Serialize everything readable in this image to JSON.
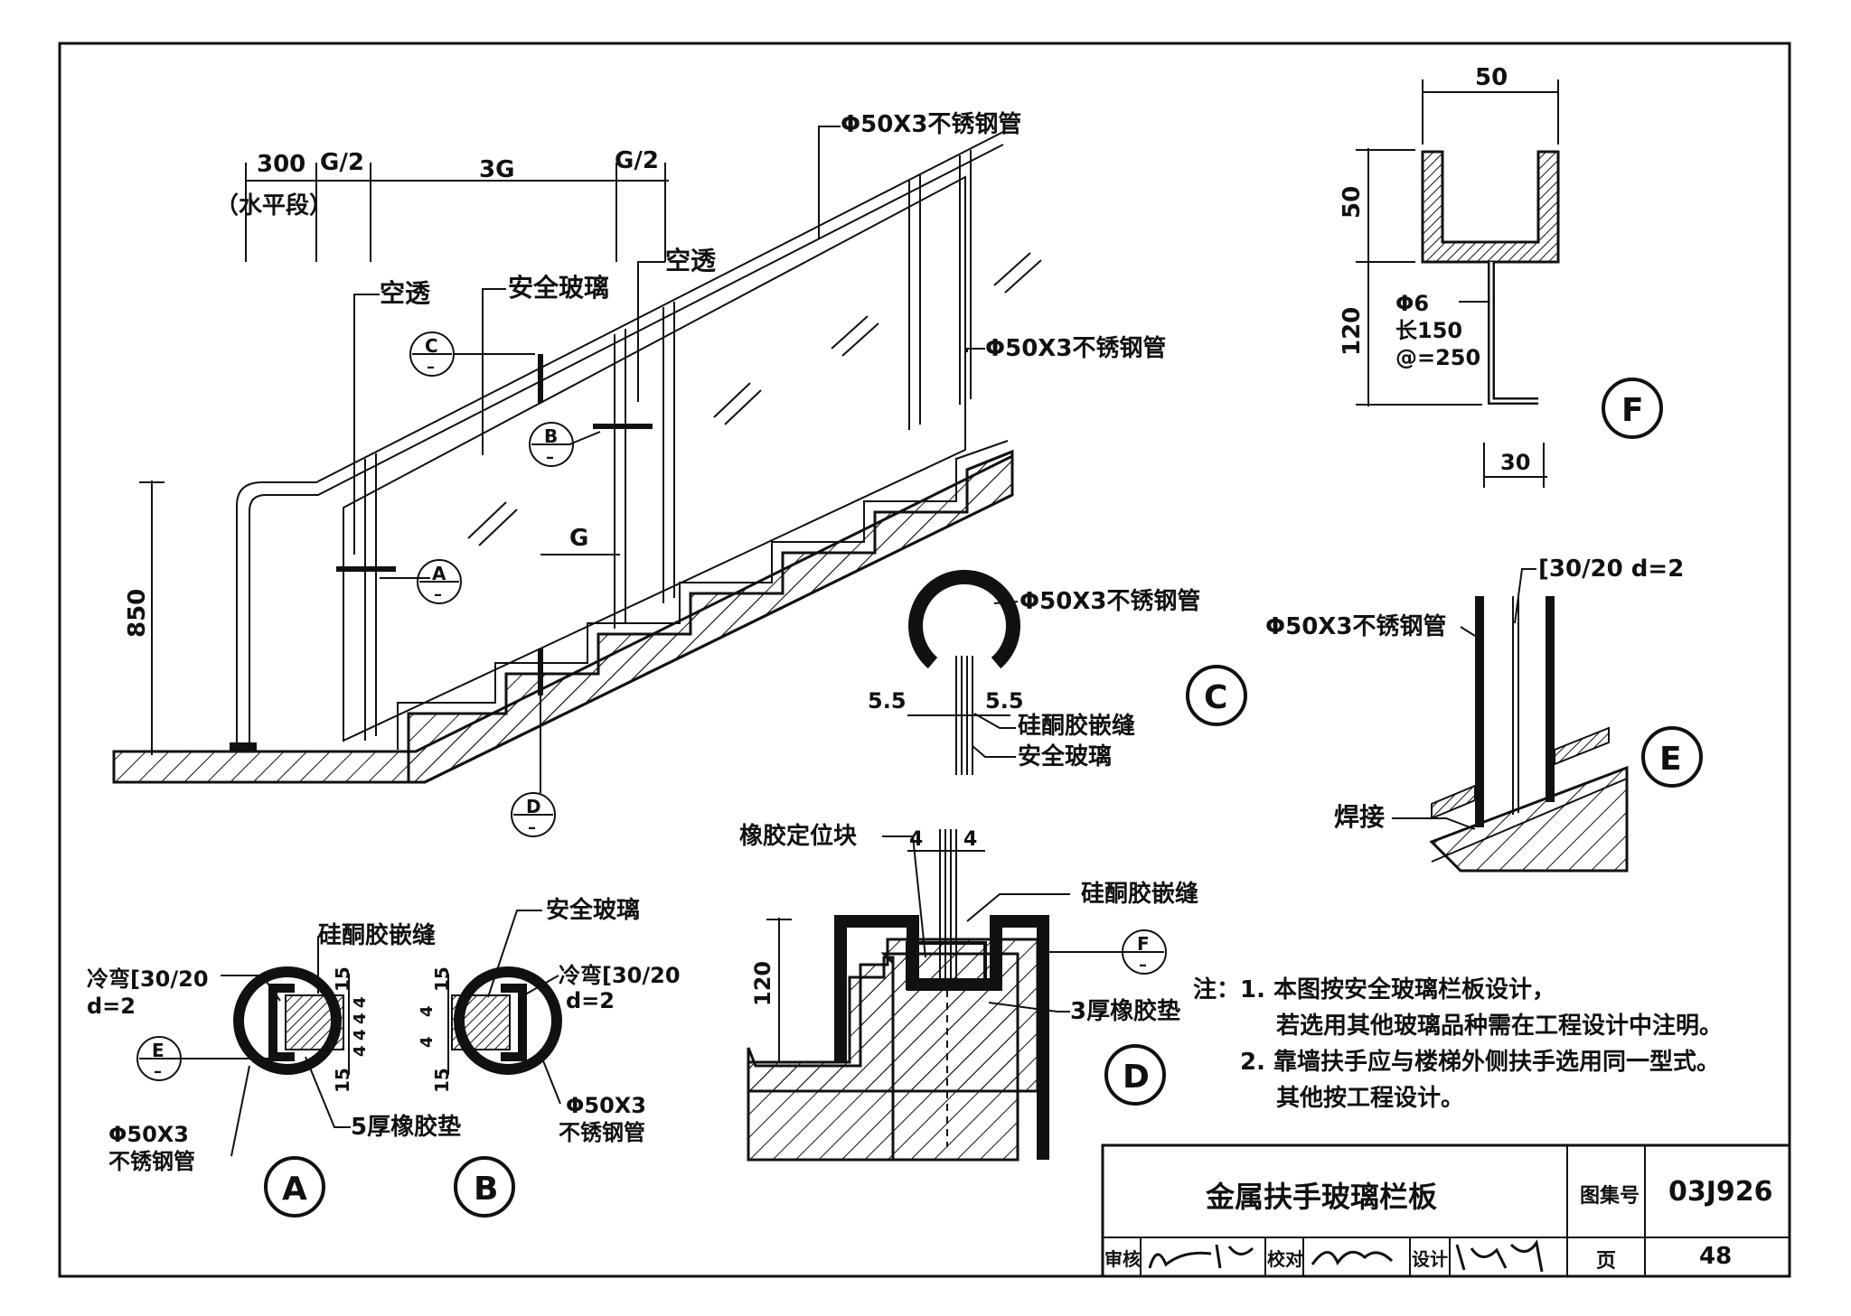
{
  "main_view": {
    "dim_300": "300",
    "dim_g2_left": "G/2",
    "dim_3g": "3G",
    "dim_g2_right": "G/2",
    "horizontal_segment": "（水平段）",
    "dim_850": "850",
    "dim_g": "G",
    "pipe_top": "Φ50X3不锈钢管",
    "pipe_post": "Φ50X3不锈钢管",
    "open_left": "空透",
    "open_right": "空透",
    "glass": "安全玻璃",
    "tag_a": "A",
    "tag_b": "B",
    "tag_c": "C",
    "tag_d": "D",
    "tag_dash": "–"
  },
  "detail_a": {
    "label": "A",
    "silicone": "硅酮胶嵌缝",
    "channel_1": "冷弯[30/20",
    "channel_2": "d=2",
    "tag_e": "E",
    "pipe_1": "Φ50X3",
    "pipe_2": "不锈钢管",
    "rubber_pad": "5厚橡胶垫",
    "dim_15_top": "15",
    "dim_15_bottom": "15",
    "dim_4a": "4",
    "dim_4b": "4",
    "dim_4c": "4",
    "dim_4d": "4"
  },
  "detail_b": {
    "label": "B",
    "glass": "安全玻璃",
    "channel_1": "冷弯[30/20",
    "channel_2": "d=2",
    "pipe_1": "Φ50X3",
    "pipe_2": "不锈钢管",
    "dim_15_top": "15",
    "dim_15_bottom": "15",
    "dim_4a": "4",
    "dim_4b": "4"
  },
  "detail_c": {
    "label": "C",
    "pipe": "Φ50X3不锈钢管",
    "dim_left": "5.5",
    "dim_right": "5.5",
    "silicone": "硅酮胶嵌缝",
    "glass": "安全玻璃"
  },
  "detail_d": {
    "label": "D",
    "rubber_block": "橡胶定位块",
    "dim_4_left": "4",
    "dim_4_right": "4",
    "silicone": "硅酮胶嵌缝",
    "dim_120": "120",
    "tag_f": "F",
    "rubber_pad": "3厚橡胶垫"
  },
  "detail_e": {
    "label": "E",
    "channel": "[30/20  d=2",
    "pipe": "Φ50X3不锈钢管",
    "weld": "焊接"
  },
  "detail_f": {
    "label": "F",
    "dim_50_top": "50",
    "dim_50_side": "50",
    "dim_120": "120",
    "anchor_1": "Φ6",
    "anchor_2": "长150",
    "anchor_3": "@=250",
    "dim_30": "30"
  },
  "notes": {
    "prefix": "注：",
    "line1": "1. 本图按安全玻璃栏板设计，",
    "line2": "若选用其他玻璃品种需在工程设计中注明。",
    "line3": "2. 靠墙扶手应与楼梯外侧扶手选用同一型式。",
    "line4": "其他按工程设计。"
  },
  "title_block": {
    "title": "金属扶手玻璃栏板",
    "atlas_label": "图集号",
    "atlas_no": "03J926",
    "review_label": "审核",
    "check_label": "校对",
    "design_label": "设计",
    "page_label": "页",
    "page_no": "48"
  }
}
